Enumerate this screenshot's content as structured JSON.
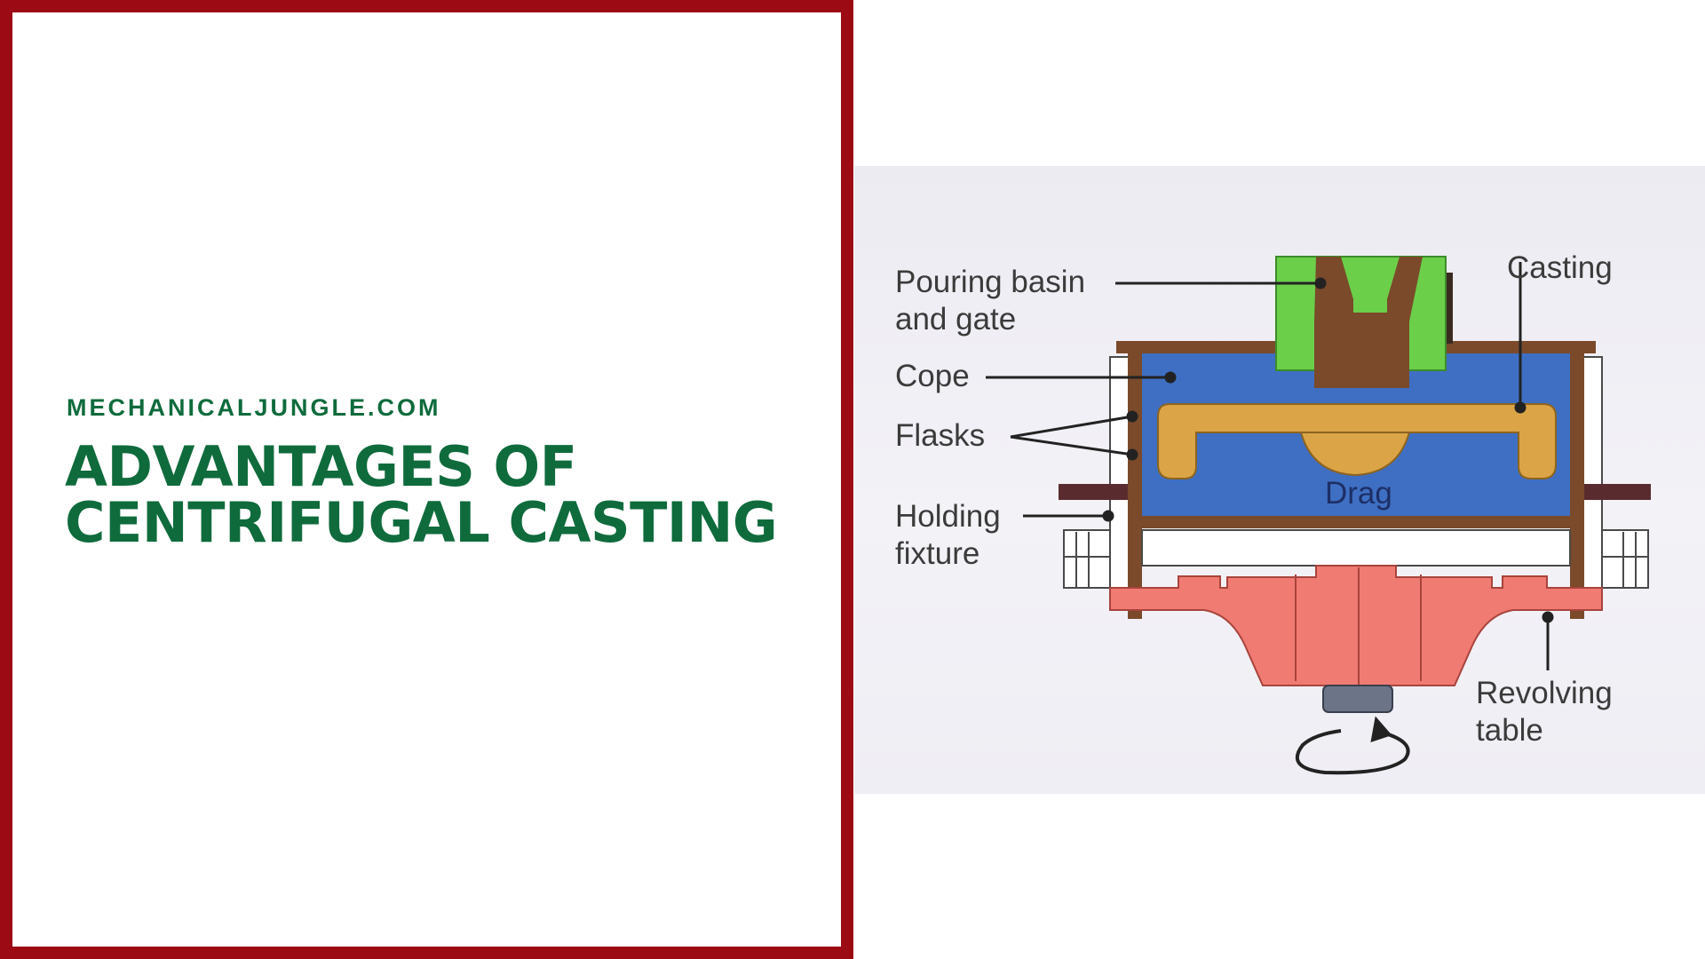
{
  "brand": {
    "site": "MECHANICALJUNGLE.COM",
    "title_line1": "ADVANTAGES OF",
    "title_line2": "CENTRIFUGAL CASTING"
  },
  "colors": {
    "frame_red": "#9c0a14",
    "title_green": "#0f6b3c",
    "cope_drag_blue": "#3e6fc3",
    "gate_green": "#6bcf4a",
    "casting_orange": "#dba446",
    "metal_brown": "#7a4a2a",
    "table_salmon": "#f07b73",
    "fixture_maroon": "#5a2b2e"
  },
  "diagram": {
    "labels": {
      "pouring_basin_line1": "Pouring basin",
      "pouring_basin_line2": "and gate",
      "cope": "Cope",
      "flasks": "Flasks",
      "holding_line1": "Holding",
      "holding_line2": "fixture",
      "casting": "Casting",
      "drag": "Drag",
      "revolving_line1": "Revolving",
      "revolving_line2": "table"
    },
    "icons": [
      "rotation-arrow-icon"
    ]
  }
}
